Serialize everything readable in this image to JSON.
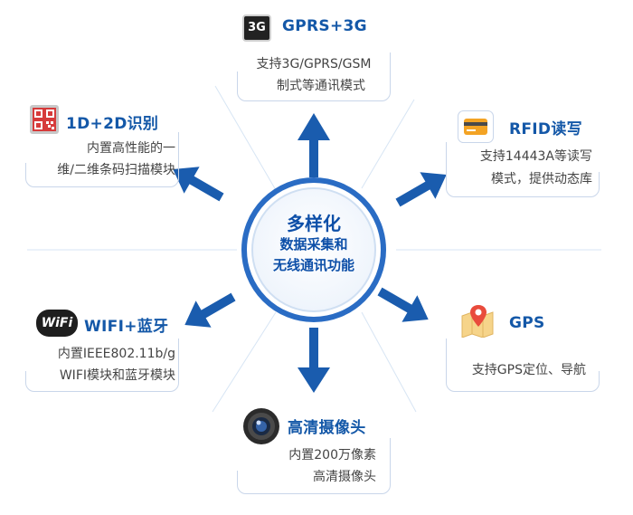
{
  "center": {
    "line1": "多样化",
    "line2": "数据采集和",
    "line3": "无线通讯功能"
  },
  "features": {
    "gprs": {
      "icon": "3g-icon",
      "icon_text": "3G",
      "title": "GPRS+3G",
      "desc": [
        "支持3G/GPRS/GSM",
        "制式等通讯模式"
      ]
    },
    "barcode": {
      "icon": "qr-code-icon",
      "title": "1D+2D识别",
      "desc": [
        "内置高性能的一",
        "维/二维条码扫描模块"
      ]
    },
    "rfid": {
      "icon": "rfid-card-icon",
      "title": "RFID读写",
      "desc": [
        "支持14443A等读写",
        "模式，提供动态库"
      ]
    },
    "wifi": {
      "icon": "wifi-badge-icon",
      "icon_text": "WiFi",
      "title": "WIFI+蓝牙",
      "desc": [
        "内置IEEE802.11b/g",
        "WIFI模块和蓝牙模块"
      ]
    },
    "gps": {
      "icon": "map-pin-icon",
      "title": "GPS",
      "desc": [
        "支持GPS定位、导航"
      ]
    },
    "camera": {
      "icon": "camera-lens-icon",
      "title": "高清摄像头",
      "desc": [
        "内置200万像素",
        "高清摄像头"
      ]
    }
  },
  "colors": {
    "primary": "#1458a8",
    "arrow": "#1a5cae",
    "ring": "#2a6cc4",
    "card_border": "#c9d6ea",
    "divider": "#cfe0f2"
  }
}
